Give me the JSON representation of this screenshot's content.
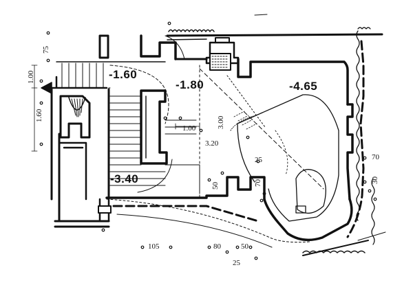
{
  "levels": {
    "landing_left": "-1.60",
    "hall": "-1.80",
    "living": "-4.65",
    "lower": "-3.40"
  },
  "dimensions": {
    "top_left": "75",
    "left_upper": "1.00",
    "left_lower": "1.60",
    "hall_width": "1.00",
    "hall_height": "3.00",
    "hall_length": "3.20",
    "step_25": "25",
    "step_50": "50",
    "step_70_inner": "70",
    "right_70": "70",
    "right_30": "30",
    "bottom_105": "105",
    "bottom_80": "80",
    "bottom_50": "50",
    "bottom_25": "25"
  }
}
